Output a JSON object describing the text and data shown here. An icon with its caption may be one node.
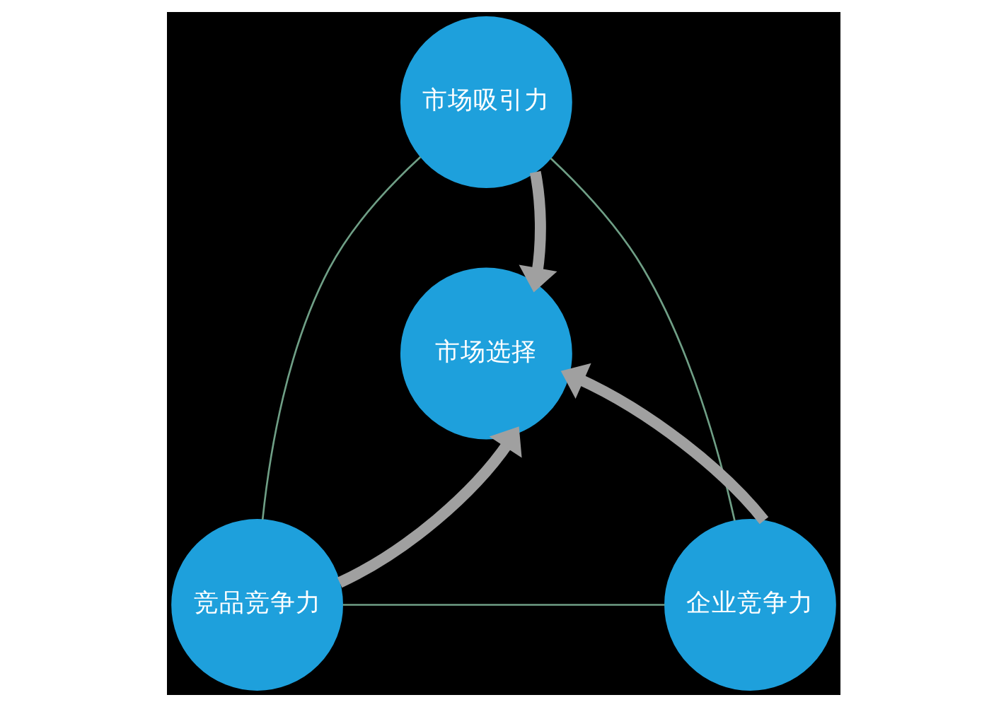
{
  "diagram": {
    "nodes": [
      {
        "text": [
          "市场吸引力"
        ]
      },
      {
        "text": [
          "市场选择"
        ]
      },
      {
        "text": [
          "竞品竞争力"
        ]
      },
      {
        "text": [
          "企业竞争力"
        ]
      }
    ],
    "edges": [
      {
        "from": 0,
        "to": 2,
        "arrow": "none",
        "color": "#6f9f86"
      },
      {
        "from": 0,
        "to": 3,
        "arrow": "none",
        "color": "#6f9f86"
      },
      {
        "from": 2,
        "to": 3,
        "arrow": "none",
        "color": "#6f9f86"
      },
      {
        "from": 0,
        "to": 1,
        "arrow": "to",
        "style": "thick",
        "color": "#a0a0a0"
      },
      {
        "from": 2,
        "to": 1,
        "arrow": "to",
        "style": "thick",
        "color": "#a0a0a0"
      },
      {
        "from": 3,
        "to": 1,
        "arrow": "to",
        "style": "thick",
        "color": "#a0a0a0"
      }
    ]
  }
}
